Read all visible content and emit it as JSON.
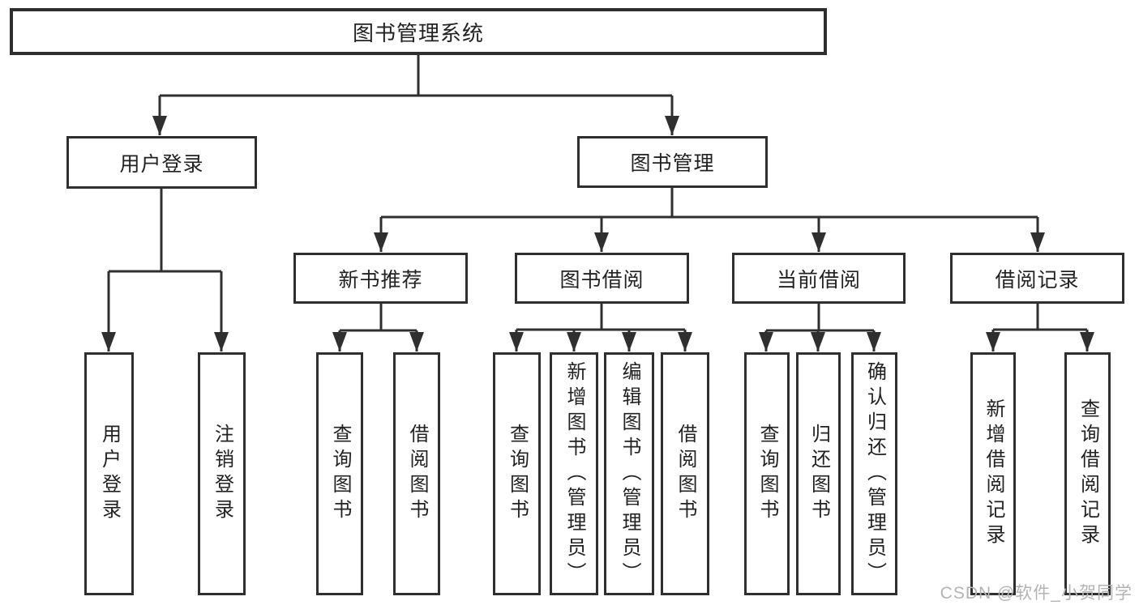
{
  "diagram": {
    "type": "hierarchy-tree",
    "root": {
      "label": "图书管理系统"
    },
    "level2": [
      {
        "label": "用户登录",
        "parent": "图书管理系统"
      },
      {
        "label": "图书管理",
        "parent": "图书管理系统"
      }
    ],
    "level3": [
      {
        "label": "新书推荐",
        "parent": "图书管理"
      },
      {
        "label": "图书借阅",
        "parent": "图书管理"
      },
      {
        "label": "当前借阅",
        "parent": "图书管理"
      },
      {
        "label": "借阅记录",
        "parent": "图书管理"
      }
    ],
    "leaves": [
      {
        "label": "用户登录",
        "parent": "用户登录"
      },
      {
        "label": "注销登录",
        "parent": "用户登录"
      },
      {
        "label": "查询图书",
        "parent": "新书推荐"
      },
      {
        "label": "借阅图书",
        "parent": "新书推荐"
      },
      {
        "label": "查询图书",
        "parent": "图书借阅"
      },
      {
        "label": "新增图书（管理员）",
        "parent": "图书借阅"
      },
      {
        "label": "编辑图书（管理员）",
        "parent": "图书借阅"
      },
      {
        "label": "借阅图书",
        "parent": "图书借阅"
      },
      {
        "label": "查询图书",
        "parent": "当前借阅"
      },
      {
        "label": "归还图书",
        "parent": "当前借阅"
      },
      {
        "label": "确认归还（管理员）",
        "parent": "当前借阅"
      },
      {
        "label": "新增借阅记录",
        "parent": "借阅记录"
      },
      {
        "label": "查询借阅记录",
        "parent": "借阅记录"
      }
    ]
  },
  "watermark": {
    "text": "CSDN @软件_小贺同学"
  },
  "colors": {
    "line": "#2f2f2f",
    "text": "#222222",
    "background": "#ffffff",
    "watermark": "#b3b3b3"
  }
}
